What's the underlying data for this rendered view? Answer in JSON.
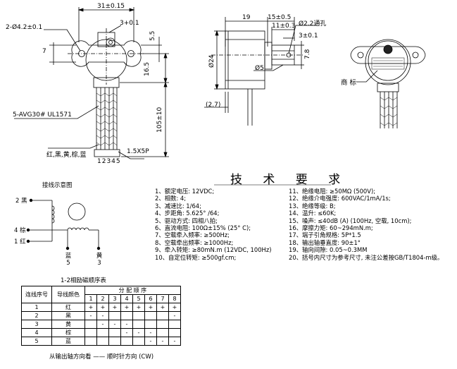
{
  "front_view": {
    "dim_width": "31±0.15",
    "dim_holes": "2-Ø4.2±0.1",
    "dim_boss": "3+0.1",
    "dim_shaft_offset": "7",
    "dim_flange": "5.5",
    "dim_body": "16.5",
    "dim_lead_length": "105±10",
    "wire_spec": "5-AVG30# UL1571",
    "colors_label": "红,黑,黄,棕,蓝",
    "connector_label": "1.5X5P",
    "pin_numbers": "12345"
  },
  "side_view": {
    "dim_length": "19",
    "dim_shaft_len": "15±0.5",
    "dim_flat": "11±0.3",
    "dim_through_hole": "Ø2.2通孔",
    "dim_key": "3±0.1",
    "dim_diameter": "Ø24",
    "dim_shaft_dia": "Ø5",
    "dim_flat_width": "7.8",
    "dim_step": "(2.7)"
  },
  "photo_view": {
    "label": "商 标"
  },
  "wiring_diagram": {
    "title": "接线示意图",
    "terminals": [
      {
        "num": "2",
        "color": "黑"
      },
      {
        "num": "4",
        "color": "棕"
      },
      {
        "num": "1",
        "color": "红"
      },
      {
        "num": "5",
        "color": "蓝"
      },
      {
        "num": "3",
        "color": "黄"
      }
    ]
  },
  "sequence_table": {
    "caption": "1-2相励磁顺序表",
    "header_col1": "连线序号",
    "header_col2": "导线颜色",
    "header_group": "分 配 顺 序",
    "steps": [
      "1",
      "2",
      "3",
      "4",
      "5",
      "6",
      "7",
      "8"
    ],
    "rows": [
      {
        "num": "1",
        "color": "红",
        "cells": [
          "+",
          "+",
          "+",
          "+",
          "+",
          "+",
          "+",
          "+"
        ]
      },
      {
        "num": "2",
        "color": "黑",
        "cells": [
          "-",
          "-",
          "",
          "",
          "",
          "",
          "",
          "-"
        ]
      },
      {
        "num": "3",
        "color": "黄",
        "cells": [
          "",
          "-",
          "-",
          "-",
          "",
          "",
          "",
          ""
        ]
      },
      {
        "num": "4",
        "color": "棕",
        "cells": [
          "",
          "",
          "",
          "-",
          "-",
          "-",
          "",
          ""
        ]
      },
      {
        "num": "5",
        "color": "蓝",
        "cells": [
          "",
          "",
          "",
          "",
          "",
          "-",
          "-",
          "-"
        ]
      }
    ],
    "direction_note": "从输出轴方向看 —— 顺时针方向 (CW)"
  },
  "requirements": {
    "title": "技 术 要 求",
    "left": [
      "1、额定电压: 12VDC;",
      "2、相数: 4;",
      "3、减速比: 1/64;",
      "4、步距角: 5.625° /64;",
      "5、驱动方式: 四相八拍;",
      "6、直流电阻: 100Ω±15% (25° C);",
      "7、空载牵入频率: ≥500Hz;",
      "8、空载牵出频率: ≥1000Hz;",
      "9、牵入转矩: ≥80mN.m (12VDC, 100Hz)",
      "10、自定位转矩: ≥500gf.cm;"
    ],
    "right": [
      "11、绝缘电阻: ≥50MΩ (500V);",
      "12、绝缘介电强度: 600VAC/1mA/1s;",
      "13、绝缘等级: B;",
      "14、温升: ≤60K;",
      "15、噪声: ≤40dB (A) (100Hz, 空载, 10cm);",
      "16、摩擦力矩: 60~294mN.m;",
      "17、端子引角规格: 5P*1.5",
      "18、输出轴垂直度: 90±1°",
      "19、轴向间隙: 0.05~0.3MM",
      "20、括号内尺寸为参考尺寸, 未注公差按GB/T1804-m级。"
    ]
  }
}
